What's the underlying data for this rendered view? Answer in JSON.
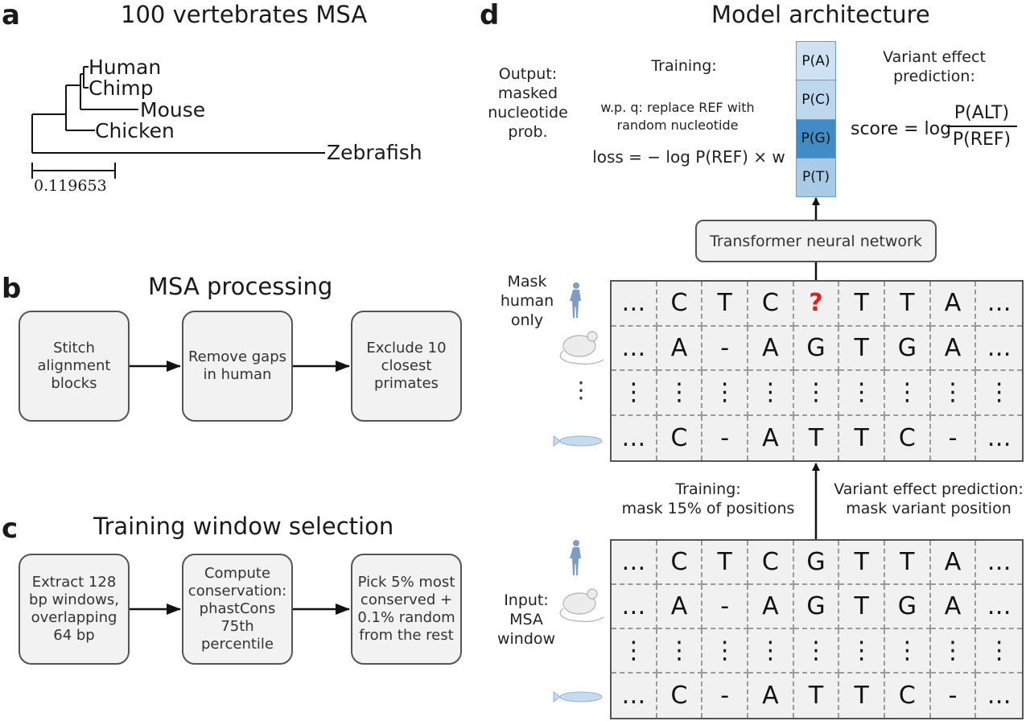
{
  "panels": {
    "a": {
      "label": "a",
      "title": "100 vertebrates MSA",
      "tree": {
        "leaves": [
          "Human",
          "Chimp",
          "Mouse",
          "Chicken",
          "Zebrafish"
        ],
        "scale_label": "0.119653"
      }
    },
    "b": {
      "label": "b",
      "title": "MSA processing",
      "steps": [
        "Stitch\nalignment\nblocks",
        "Remove gaps\nin human",
        "Exclude 10\nclosest\nprimates"
      ]
    },
    "c": {
      "label": "c",
      "title": "Training window selection",
      "steps": [
        "Extract 128\nbp windows,\noverlapping\n64 bp",
        "Compute\nconservation:\nphastCons\n75th\npercentile",
        "Pick 5% most\nconserved +\n0.1% random\nfrom the rest"
      ]
    },
    "d": {
      "label": "d",
      "title": "Model architecture",
      "output_label": "Output:\nmasked\nnucleotide\nprob.",
      "training_title": "Training:",
      "training_desc": "w.p. q: replace REF with\nrandom nucleotide",
      "loss": "loss = − log P(REF) × w",
      "probs": [
        "P(A)",
        "P(C)",
        "P(G)",
        "P(T)"
      ],
      "prob_colors": [
        "#cfe2f3",
        "#bcd7ee",
        "#3f8cc6",
        "#a9cbe8"
      ],
      "vep_title": "Variant effect\nprediction:",
      "score_prefix": "score = log",
      "score_num": "P(ALT)",
      "score_den": "P(REF)",
      "transformer": "Transformer neural network",
      "mask_label": "Mask\nhuman\nonly",
      "input_label": "Input:\nMSA\nwindow",
      "training_mask": "Training:\nmask 15% of positions",
      "vep_mask": "Variant effect prediction:\nmask variant position",
      "vdots": "⋮",
      "masked_grid": [
        [
          "…",
          "C",
          "T",
          "C",
          "?",
          "T",
          "T",
          "A",
          "…"
        ],
        [
          "…",
          "A",
          "-",
          "A",
          "G",
          "T",
          "G",
          "A",
          "…"
        ],
        [
          "⋮",
          "⋮",
          "⋮",
          "⋮",
          "⋮",
          "⋮",
          "⋮",
          "⋮",
          "⋮"
        ],
        [
          "…",
          "C",
          "-",
          "A",
          "T",
          "T",
          "C",
          "-",
          "…"
        ]
      ],
      "input_grid": [
        [
          "…",
          "C",
          "T",
          "C",
          "G",
          "T",
          "T",
          "A",
          "…"
        ],
        [
          "…",
          "A",
          "-",
          "A",
          "G",
          "T",
          "G",
          "A",
          "…"
        ],
        [
          "⋮",
          "⋮",
          "⋮",
          "⋮",
          "⋮",
          "⋮",
          "⋮",
          "⋮",
          "⋮"
        ],
        [
          "…",
          "C",
          "-",
          "A",
          "T",
          "T",
          "C",
          "-",
          "…"
        ]
      ]
    }
  }
}
